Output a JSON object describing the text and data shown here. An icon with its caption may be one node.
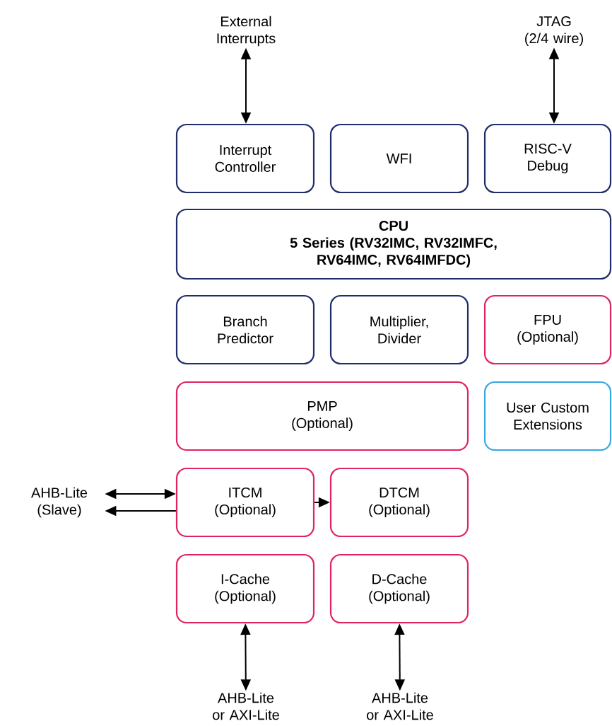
{
  "diagram": {
    "nodes": [
      {
        "text": [
          "External Interrupts"
        ]
      },
      {
        "text": [
          "JTAG (2/4 wire)"
        ]
      },
      {
        "text": [
          "Interrupt Controller"
        ]
      },
      {
        "text": [
          "WFI"
        ]
      },
      {
        "text": [
          "RISC-V Debug"
        ]
      },
      {
        "text": [
          "CPU",
          "5 Series (RV32IMC, RV32IMFC, RV64IMC, RV64IMFDC)"
        ]
      },
      {
        "text": [
          "Branch Predictor"
        ]
      },
      {
        "text": [
          "Multiplier, Divider"
        ]
      },
      {
        "text": [
          "FPU (Optional)"
        ]
      },
      {
        "text": [
          "PMP (Optional)"
        ]
      },
      {
        "text": [
          "User Custom Extensions"
        ]
      },
      {
        "text": [
          "AHB-Lite (Slave)"
        ]
      },
      {
        "text": [
          "ITCM (Optional)"
        ]
      },
      {
        "text": [
          "DTCM (Optional)"
        ]
      },
      {
        "text": [
          "I-Cache (Optional)"
        ]
      },
      {
        "text": [
          "D-Cache (Optional)"
        ]
      },
      {
        "text": [
          "AHB-Lite or AXI-Lite"
        ]
      },
      {
        "text": [
          "AHB-Lite or AXI-Lite"
        ]
      }
    ],
    "edges": [
      {
        "from": 0,
        "to": 2,
        "arrow": "both"
      },
      {
        "from": 1,
        "to": 4,
        "arrow": "both"
      },
      {
        "from": 11,
        "to": 12,
        "arrow": "both"
      },
      {
        "from": 12,
        "to": 11,
        "arrow": "to"
      },
      {
        "from": 12,
        "to": 13,
        "arrow": "to"
      },
      {
        "from": 14,
        "to": 16,
        "arrow": "both"
      },
      {
        "from": 15,
        "to": 17,
        "arrow": "both"
      }
    ]
  }
}
